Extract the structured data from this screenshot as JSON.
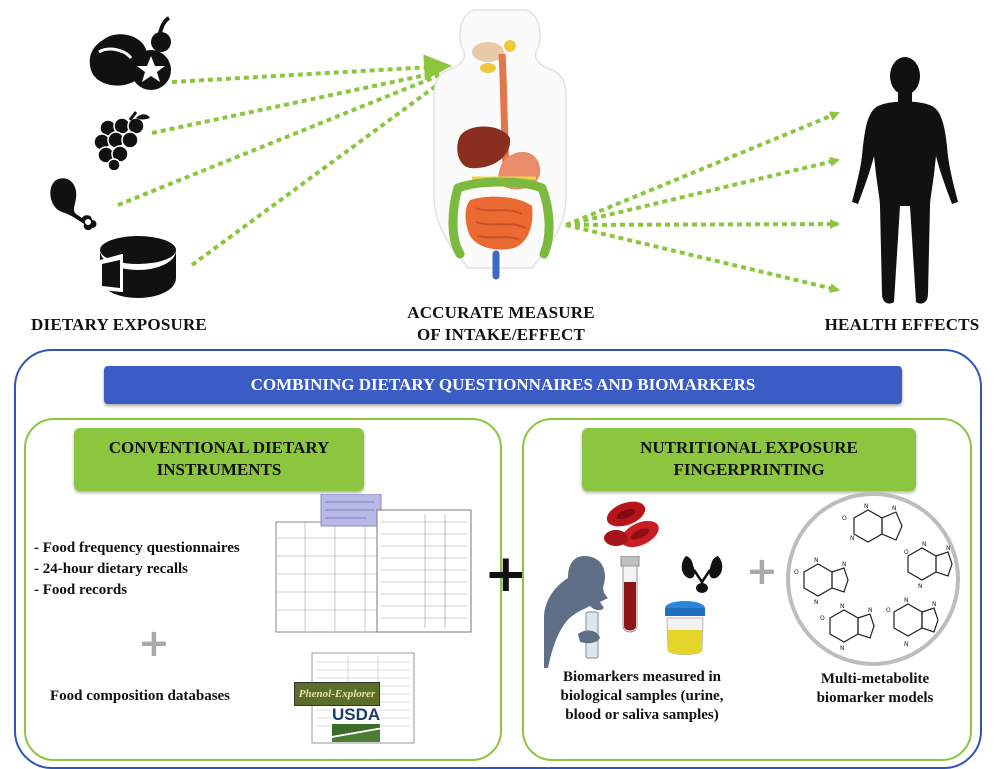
{
  "top": {
    "dietary_exposure": "DIETARY EXPOSURE",
    "accurate_line1": "ACCURATE MEASURE",
    "accurate_line2": "OF INTAKE/EFFECT",
    "health_effects": "HEALTH EFFECTS"
  },
  "banner": "COMBINING DIETARY QUESTIONNAIRES AND BIOMARKERS",
  "left_panel": {
    "title_line1": "CONVENTIONAL DIETARY",
    "title_line2": "INSTRUMENTS",
    "items": [
      "- Food frequency questionnaires",
      "- 24-hour dietary recalls",
      "- Food records"
    ],
    "databases": "Food composition databases",
    "logo_phenol": "Phenol-Explorer",
    "logo_usda": "USDA"
  },
  "right_panel": {
    "title_line1": "NUTRITIONAL EXPOSURE",
    "title_line2": "FINGERPRINTING",
    "biomarkers_line1": "Biomarkers measured in",
    "biomarkers_line2": "biological samples (urine,",
    "biomarkers_line3": "blood or saliva samples)",
    "multi_line1": "Multi-metabolite",
    "multi_line2": "biomarker models"
  },
  "colors": {
    "arrow_green": "#8cc63f",
    "border_blue": "#2f55b5",
    "banner_blue": "#3a5cc4"
  }
}
